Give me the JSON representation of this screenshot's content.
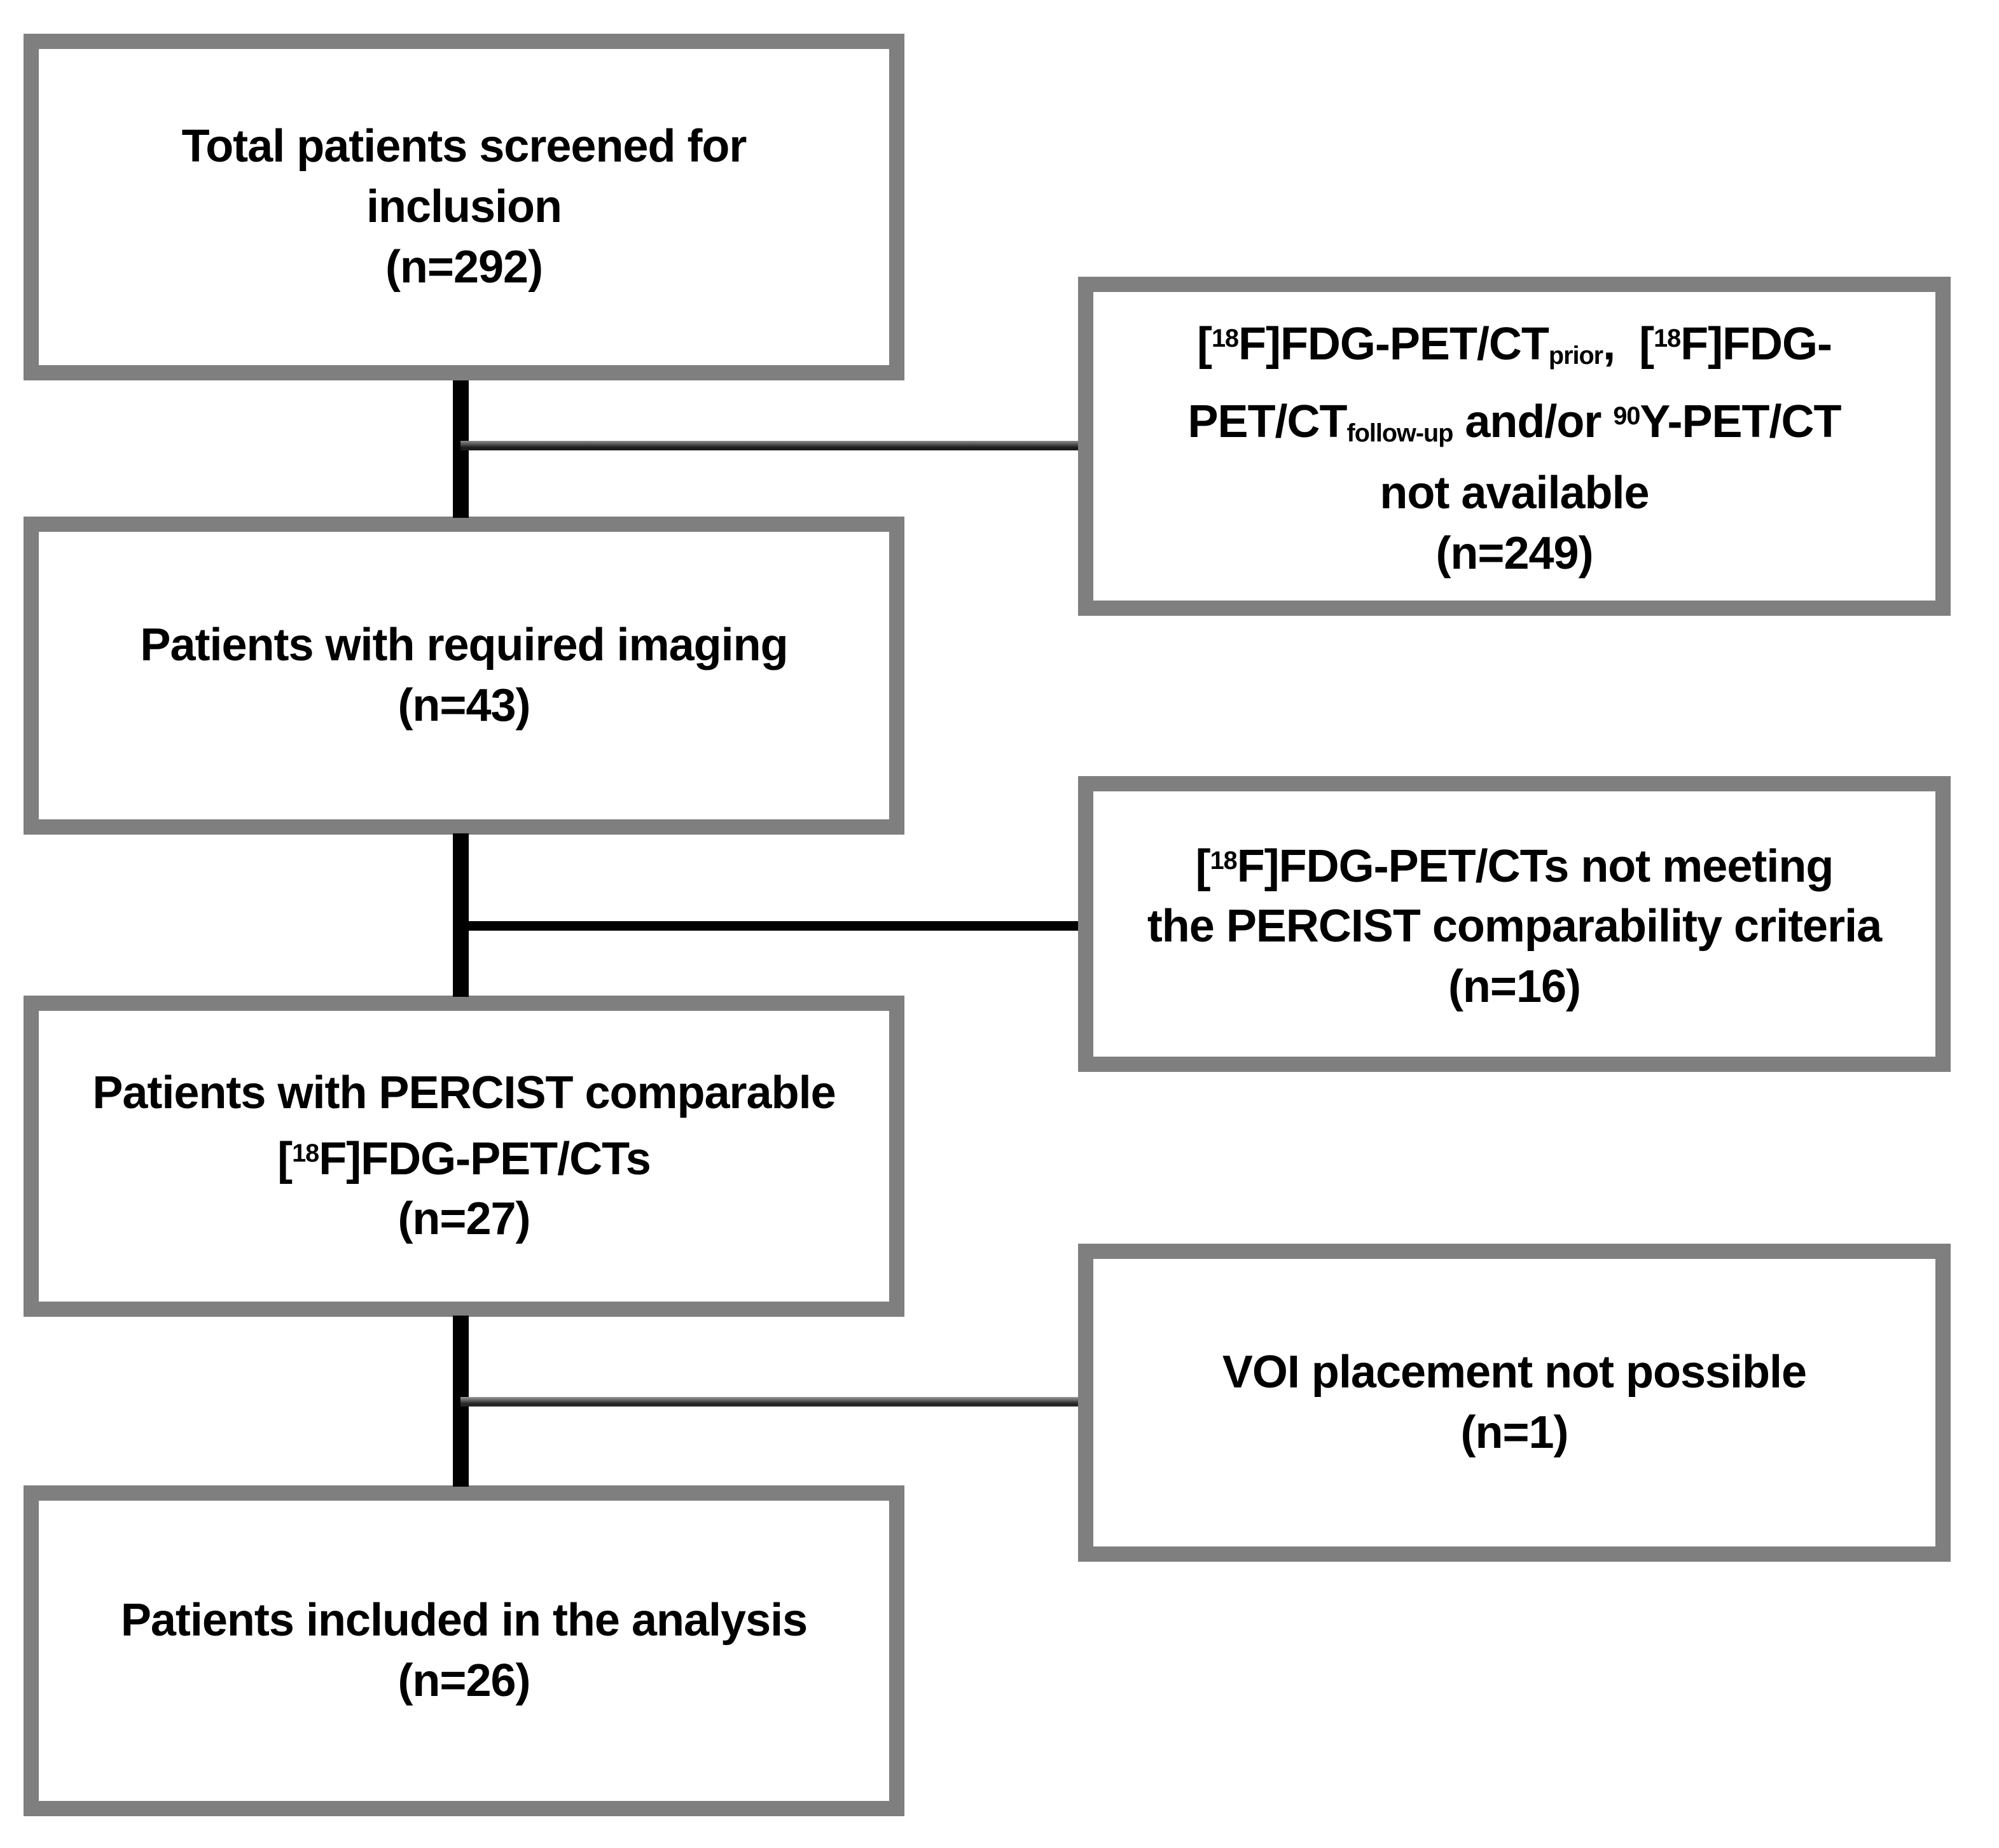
{
  "figure": {
    "type": "patient-flow-diagram",
    "colors": {
      "box_border": "#7f7f7f",
      "connector_line": "#000000",
      "text": "#000000",
      "background": "#ffffff"
    },
    "boxes": {
      "screened": {
        "n": 292,
        "lines": [
          [
            {
              "t": "Total patients screened for"
            }
          ],
          [
            {
              "t": "inclusion"
            }
          ],
          [
            {
              "t": "(n=292)"
            }
          ]
        ]
      },
      "not_available": {
        "n": 249,
        "lines": [
          [
            {
              "t": "["
            },
            {
              "sup": "18"
            },
            {
              "t": "F]FDG-PET/CT"
            },
            {
              "sub": "prior"
            },
            {
              "t": ",  ["
            },
            {
              "sup": "18"
            },
            {
              "t": "F]FDG-"
            }
          ],
          [
            {
              "t": "PET/CT"
            },
            {
              "sub": "follow-up"
            },
            {
              "t": " and/or "
            },
            {
              "sup": "90"
            },
            {
              "t": "Y-PET/CT"
            }
          ],
          [
            {
              "t": "not available"
            }
          ],
          [
            {
              "t": "(n=249)"
            }
          ]
        ]
      },
      "required_imaging": {
        "n": 43,
        "lines": [
          [
            {
              "t": "Patients with required imaging"
            }
          ],
          [
            {
              "t": "(n=43)"
            }
          ]
        ]
      },
      "not_meeting": {
        "n": 16,
        "lines": [
          [
            {
              "t": "["
            },
            {
              "sup": "18"
            },
            {
              "t": "F]FDG-PET/CTs not meeting"
            }
          ],
          [
            {
              "t": "the PERCIST comparability criteria"
            }
          ],
          [
            {
              "t": "(n=16)"
            }
          ]
        ]
      },
      "percist_comparable": {
        "n": 27,
        "lines": [
          [
            {
              "t": "Patients with PERCIST comparable"
            }
          ],
          [
            {
              "t": "["
            },
            {
              "sup": "18"
            },
            {
              "t": "F]FDG-PET/CTs"
            }
          ],
          [
            {
              "t": "(n=27)"
            }
          ]
        ]
      },
      "voi_not_possible": {
        "n": 1,
        "lines": [
          [
            {
              "t": "VOI placement not possible"
            }
          ],
          [
            {
              "t": "(n=1)"
            }
          ]
        ]
      },
      "included": {
        "n": 26,
        "lines": [
          [
            {
              "t": "Patients included in the analysis"
            }
          ],
          [
            {
              "t": "(n=26)"
            }
          ]
        ]
      }
    }
  }
}
